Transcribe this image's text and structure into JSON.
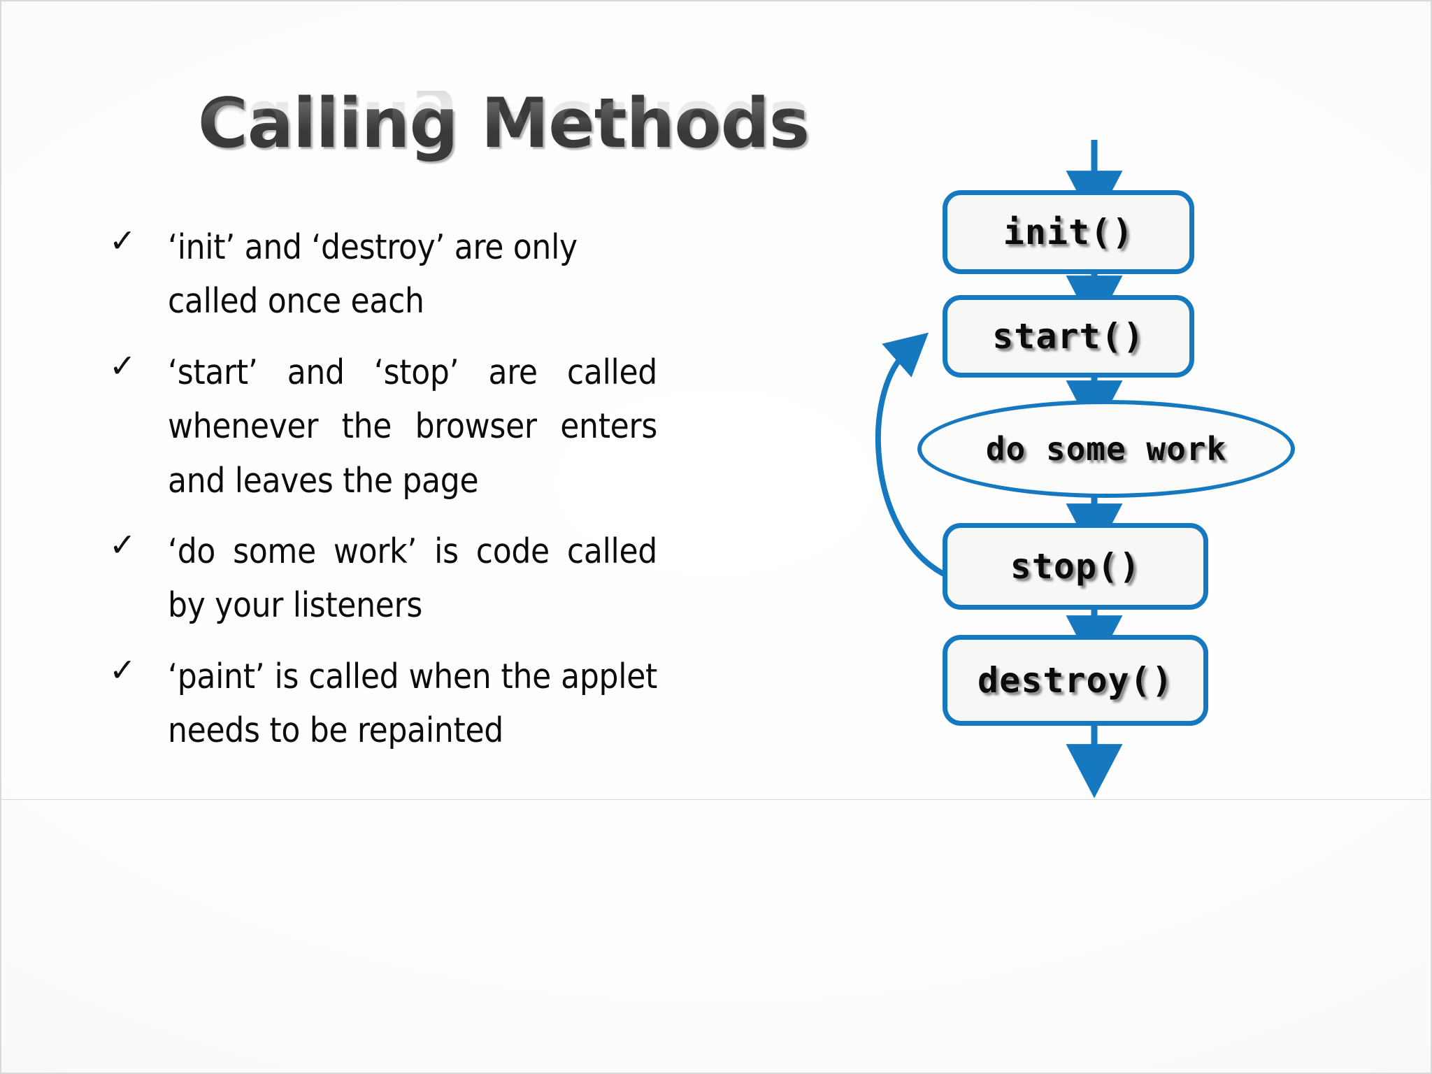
{
  "slide": {
    "title": "Calling Methods",
    "bullet_marker": "✓"
  },
  "bullets": [
    {
      "id": "init-destroy",
      "text": "‘init’ and ‘destroy’ are only called once each"
    },
    {
      "id": "start-stop",
      "text": "‘start’ and ‘stop’ are called whenever the browser enters and leaves the page"
    },
    {
      "id": "do-some-work",
      "text": "‘do some work’ is code called by your listeners"
    },
    {
      "id": "paint",
      "text": "‘paint’ is called when the applet needs to be repainted"
    }
  ],
  "flowchart": {
    "accent_color": "#1678bf",
    "node_fill": "#f7f7f5",
    "nodes": [
      {
        "id": "init",
        "label": "init()",
        "shape": "box"
      },
      {
        "id": "start",
        "label": "start()",
        "shape": "box"
      },
      {
        "id": "work",
        "label": "do some work",
        "shape": "ellipse"
      },
      {
        "id": "stop",
        "label": "stop()",
        "shape": "box"
      },
      {
        "id": "destroy",
        "label": "destroy()",
        "shape": "box"
      }
    ],
    "edges": [
      {
        "from": "entry",
        "to": "init"
      },
      {
        "from": "init",
        "to": "start"
      },
      {
        "from": "start",
        "to": "work"
      },
      {
        "from": "work",
        "to": "stop"
      },
      {
        "from": "stop",
        "to": "start",
        "kind": "loop-back"
      },
      {
        "from": "stop",
        "to": "destroy"
      },
      {
        "from": "destroy",
        "to": "exit"
      }
    ]
  }
}
